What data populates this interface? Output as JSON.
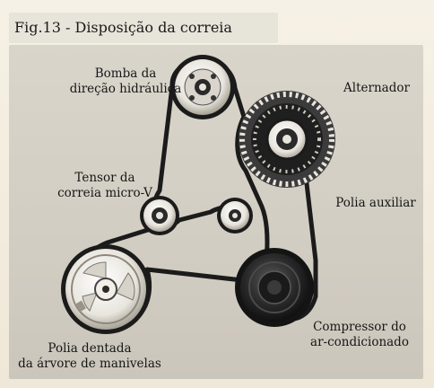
{
  "figure": {
    "title": "Fig.13 - Disposição da correia micro-V"
  },
  "labels": {
    "power_steering_pump": [
      "Bomba da",
      "direção hidráulica"
    ],
    "alternator": [
      "Alternador"
    ],
    "belt_tensioner": [
      "Tensor da",
      "correia micro-V"
    ],
    "auxiliary_pulley": [
      "Polia auxiliar"
    ],
    "crankshaft_pulley": [
      "Polia dentada",
      "da árvore de manivelas"
    ],
    "ac_compressor": [
      "Compressor do",
      "ar-condicionado"
    ]
  },
  "colors": {
    "belt": "#1b1b1b",
    "metal_light": "#f4f2ec",
    "metal_mid": "#bdb8ad",
    "metal_dark": "#2a2a2a",
    "panel": "#d5d1c6"
  }
}
